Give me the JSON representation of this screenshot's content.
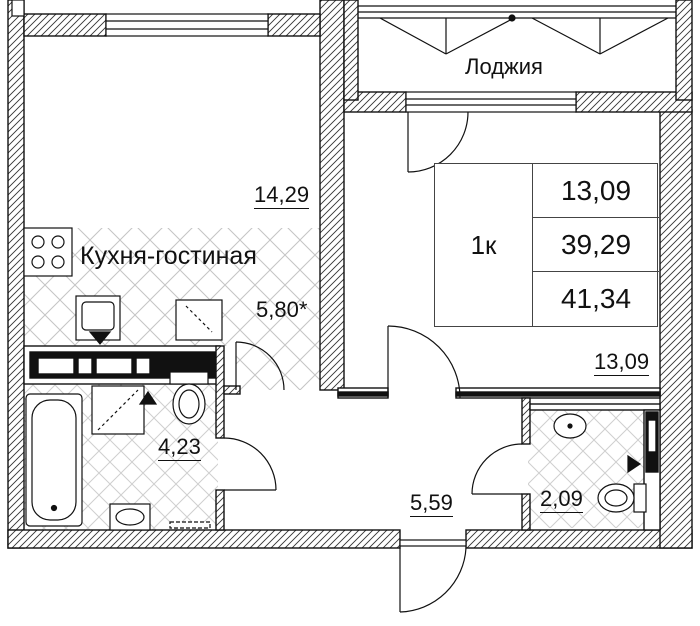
{
  "colors": {
    "wall": "#ffffff",
    "wall_stroke": "#111111",
    "tile": "#bdbdbd"
  },
  "rooms": {
    "living_kitchen": {
      "name": "Кухня-гостиная",
      "area": "14,29",
      "kitchen_area": "5,80*"
    },
    "loggia": {
      "name": "Лоджия"
    },
    "bedroom": {
      "area": "13,09"
    },
    "bathroom": {
      "area": "4,23"
    },
    "hall": {
      "area": "5,59"
    },
    "wc": {
      "area": "2,09"
    }
  },
  "summary": {
    "type": "1к",
    "values": [
      "13,09",
      "39,29",
      "41,34"
    ]
  }
}
